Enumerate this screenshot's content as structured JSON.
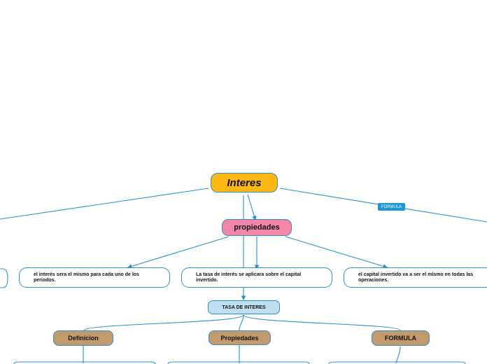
{
  "root": {
    "label": "Interes"
  },
  "edge_label": {
    "text": "FORMULA"
  },
  "propiedades": {
    "label": "propiedades"
  },
  "leaves": [
    "el interés sera el mismo para cada uno de los periodos.",
    "La tasa de interés se aplicara sobre el capital invertido.",
    "el capital invertido va a ser el mismo en todas las operaciones."
  ],
  "tasa": {
    "label": "TASA DE INTERES"
  },
  "children": {
    "definicion": "Definicion",
    "propiedades": "Propiedades",
    "formula": "FORMULA"
  },
  "colors": {
    "line": "#2b91c9",
    "root": "#fdb813",
    "propiedades": "#f186a9",
    "tasa": "#bfdff3",
    "brown": "#c39a6b",
    "tag": "#1f97d4"
  }
}
